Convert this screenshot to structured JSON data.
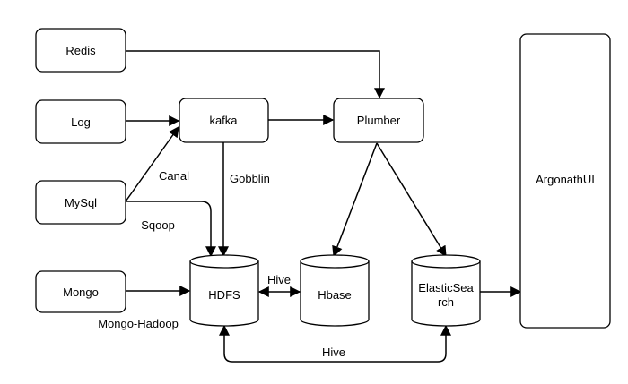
{
  "nodes": {
    "redis": "Redis",
    "log": "Log",
    "mysql": "MySql",
    "mongo": "Mongo",
    "kafka": "kafka",
    "plumber": "Plumber",
    "hdfs": "HDFS",
    "hbase": "Hbase",
    "elasticsearch_line1": "ElasticSea",
    "elasticsearch_line2": "rch",
    "argonathui": "ArgonathUI"
  },
  "edge_labels": {
    "canal": "Canal",
    "gobblin": "Gobblin",
    "sqoop": "Sqoop",
    "hive_hdfs_hbase": "Hive",
    "mongo_hadoop": "Mongo-Hadoop",
    "hive_hdfs_es": "Hive"
  },
  "colors": {
    "stroke": "#000000",
    "fill": "#ffffff",
    "text": "#000000"
  }
}
